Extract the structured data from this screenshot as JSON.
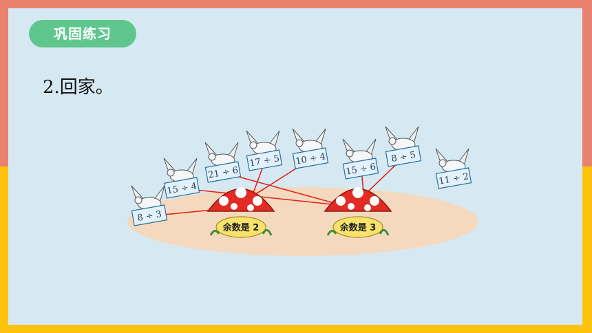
{
  "colors": {
    "border_top": "#E9816F",
    "border_bottom": "#FDC20C",
    "panel": "#D6E9F2",
    "tag": "#5FC68E",
    "line": "#E0241C"
  },
  "tag_label": "巩固练习",
  "question": "2.回家。",
  "doves": [
    {
      "id": "8div3",
      "label": "8 ÷ 3"
    },
    {
      "id": "15div4",
      "label": "15 ÷ 4"
    },
    {
      "id": "21div6",
      "label": "21 ÷ 6"
    },
    {
      "id": "17div5",
      "label": "17 ÷ 5"
    },
    {
      "id": "10div4",
      "label": "10 ÷ 4"
    },
    {
      "id": "15div6",
      "label": "15 ÷ 6"
    },
    {
      "id": "8div5",
      "label": "8 ÷ 5"
    },
    {
      "id": "11div2",
      "label": "11 ÷ 2"
    }
  ],
  "houses": [
    {
      "id": "r2",
      "label": "余数是 2"
    },
    {
      "id": "r3",
      "label": "余数是 3"
    }
  ],
  "connections": [
    [
      "8div3",
      "r2"
    ],
    [
      "15div4",
      "r3"
    ],
    [
      "21div6",
      "r3"
    ],
    [
      "17div5",
      "r2"
    ],
    [
      "10div4",
      "r2"
    ],
    [
      "15div6",
      "r3"
    ],
    [
      "8div5",
      "r3"
    ]
  ]
}
